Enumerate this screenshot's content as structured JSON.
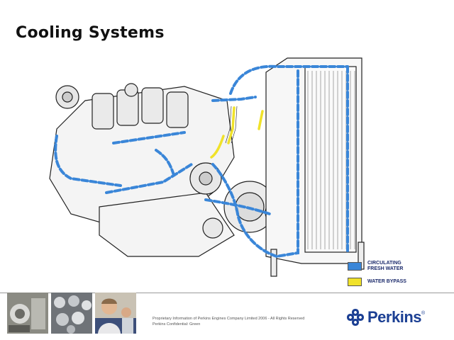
{
  "slide": {
    "title": "Cooling Systems"
  },
  "legend": {
    "items": [
      {
        "label": "CIRCULATING\nFRESH WATER",
        "color": "#3a86d8"
      },
      {
        "label": "WATER BYPASS",
        "color": "#f0e22a"
      }
    ]
  },
  "footer": {
    "line1": "Proprietary Information of Perkins Engines Company Limited 2006 - All Rights Reserved",
    "line2": "Perkins Confidential: Green"
  },
  "logo": {
    "wordmark": "Perkins",
    "registered": "®",
    "color": "#1b3f93"
  },
  "colors": {
    "fresh_water": "#3a86d8",
    "bypass": "#f0e22a"
  }
}
